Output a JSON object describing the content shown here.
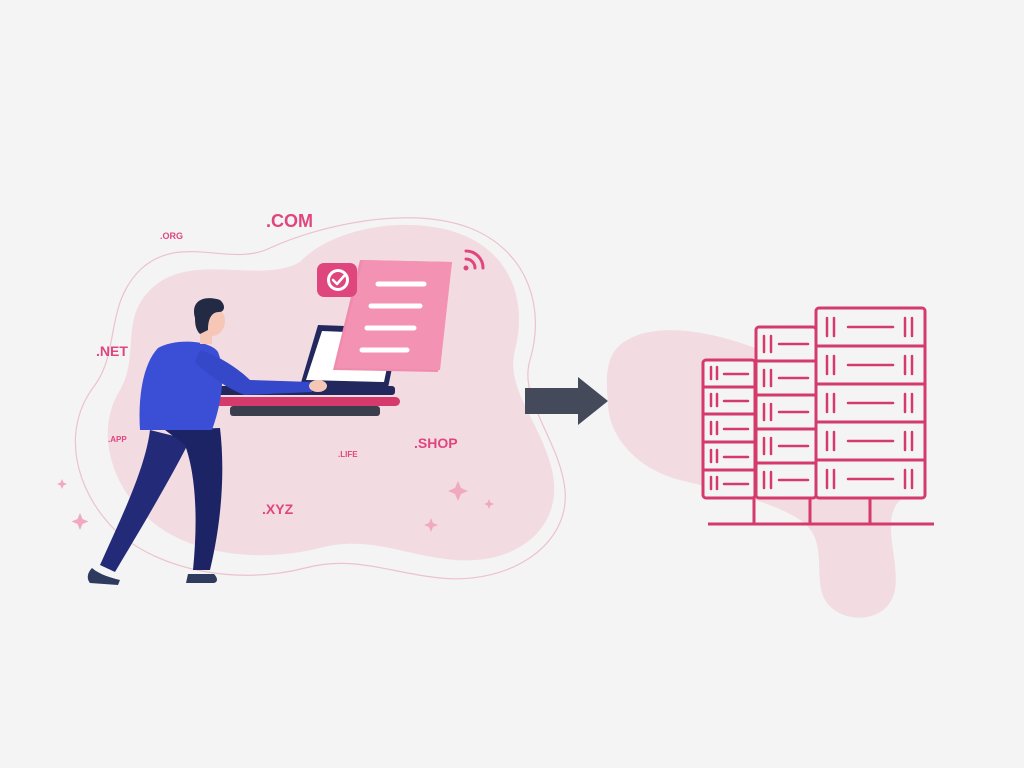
{
  "domains": {
    "com": ".COM",
    "org": ".ORG",
    "net": ".NET",
    "app": ".APP",
    "life": ".LIFE",
    "shop": ".SHOP",
    "xyz": ".XYZ"
  },
  "colors": {
    "background": "#f4f4f4",
    "accent_pink": "#e0467e",
    "blob_pink": "#f3dbe2",
    "shirt_blue": "#3a4fd6",
    "pants_navy": "#222a7a",
    "arrow_gray": "#454a5a"
  },
  "icons": [
    "check-badge-icon",
    "wifi-signal-icon",
    "sparkle-icon",
    "arrow-right-icon",
    "server-rack-icon"
  ]
}
